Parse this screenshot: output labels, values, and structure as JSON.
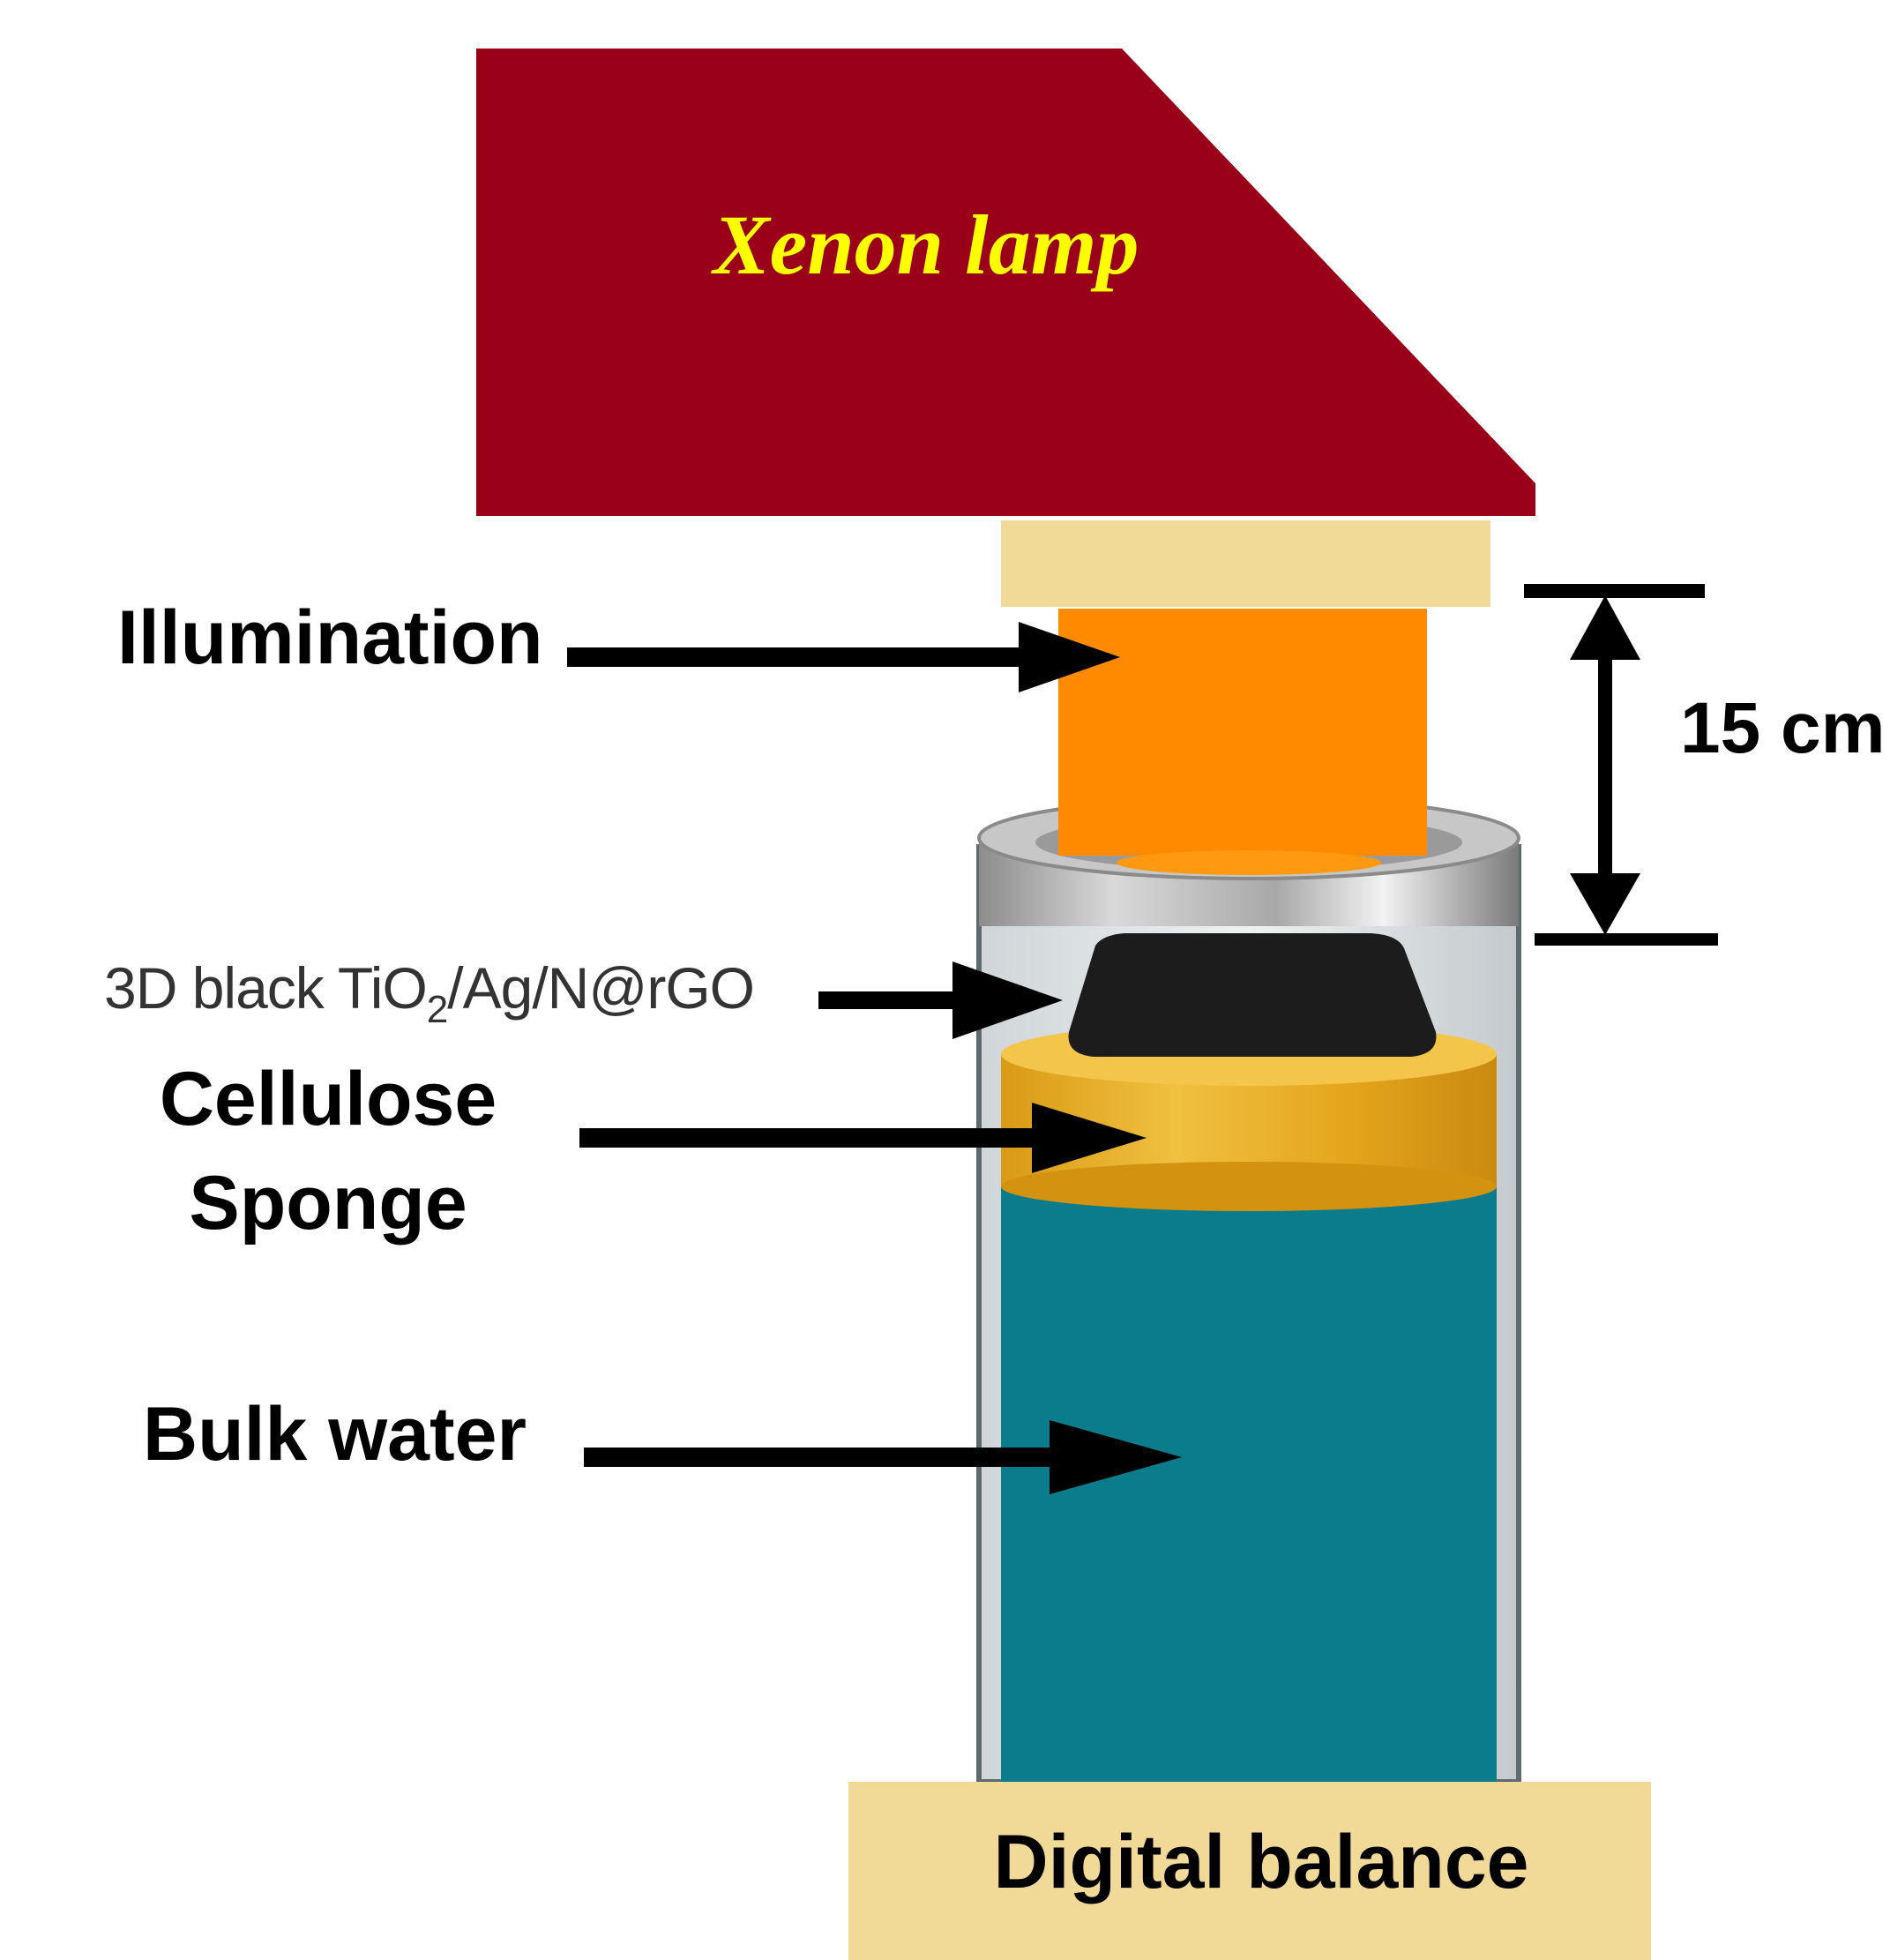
{
  "lamp": {
    "label": "Xenon lamp",
    "color": "#9b0019",
    "label_color": "#ffff00"
  },
  "labels": {
    "illumination": "Illumination",
    "absorber_prefix": "3D black TiO",
    "absorber_sub": "2",
    "absorber_suffix": "/Ag/N@rGO",
    "cellulose_line1": "Cellulose",
    "cellulose_line2": "Sponge",
    "bulk_water": "Bulk water",
    "distance": "15 cm",
    "balance": "Digital balance"
  },
  "colors": {
    "light_beam": "#ff8a00",
    "holder": "#f1d998",
    "sponge": "#e9ae1f",
    "water": "#0b7c8c",
    "absorber": "#1c1c1c",
    "balance": "#f1d998"
  }
}
